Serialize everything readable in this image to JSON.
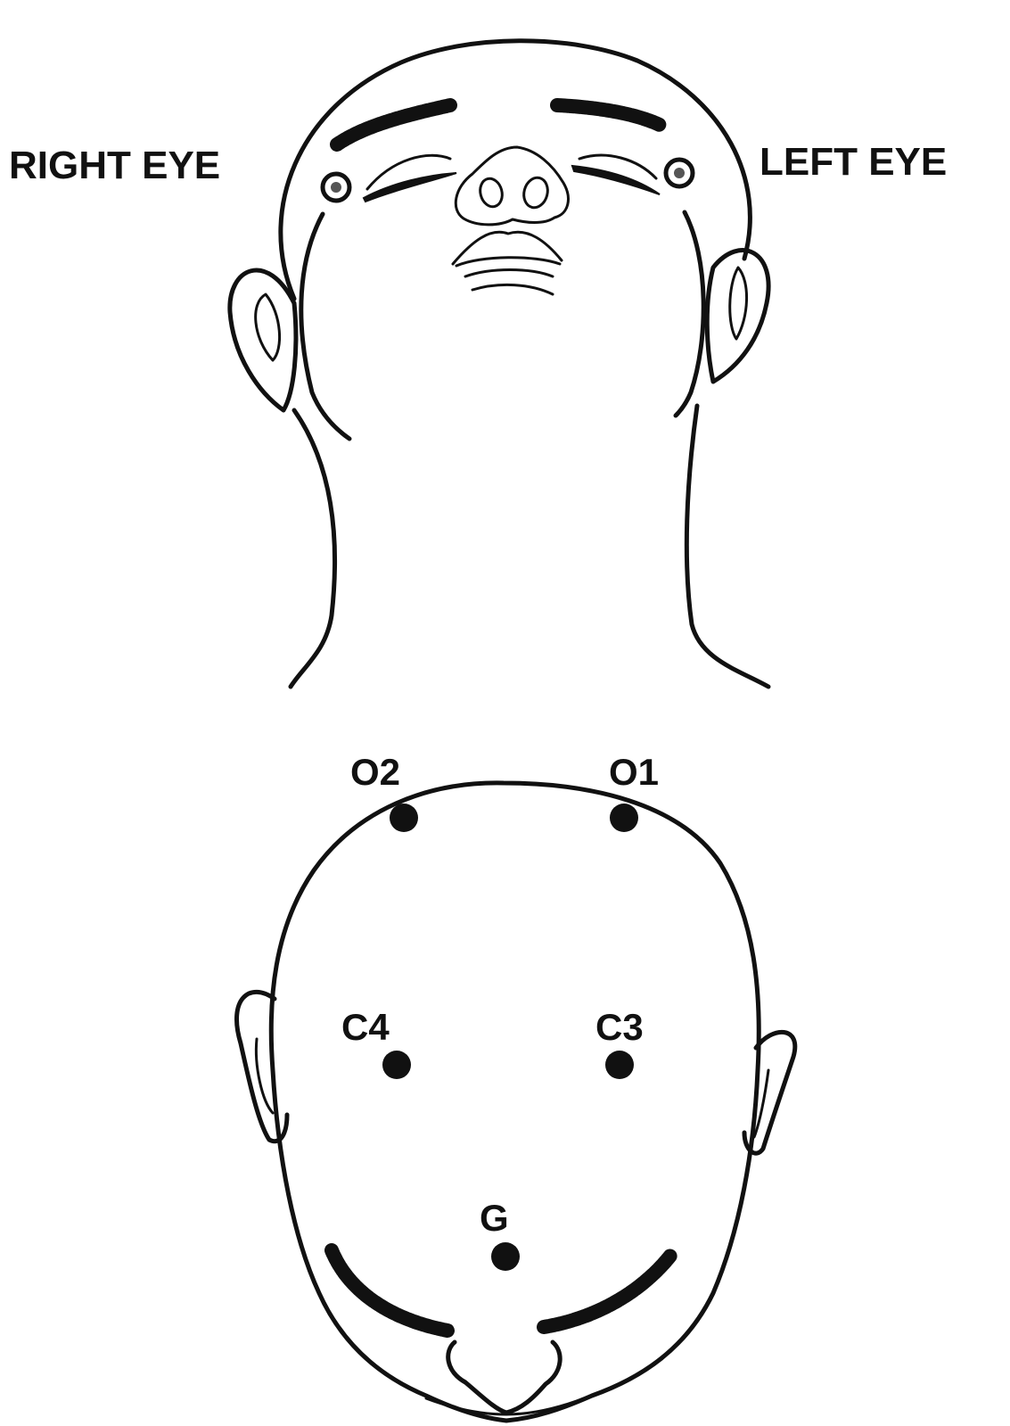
{
  "labels": {
    "right_eye": "RIGHT EYE",
    "left_eye": "LEFT EYE"
  },
  "electrodes": [
    {
      "id": "O2",
      "label": "O2"
    },
    {
      "id": "O1",
      "label": "O1"
    },
    {
      "id": "C4",
      "label": "C4"
    },
    {
      "id": "C3",
      "label": "C3"
    },
    {
      "id": "G",
      "label": "G"
    }
  ],
  "colors": {
    "ink": "#111111",
    "background": "#ffffff"
  }
}
